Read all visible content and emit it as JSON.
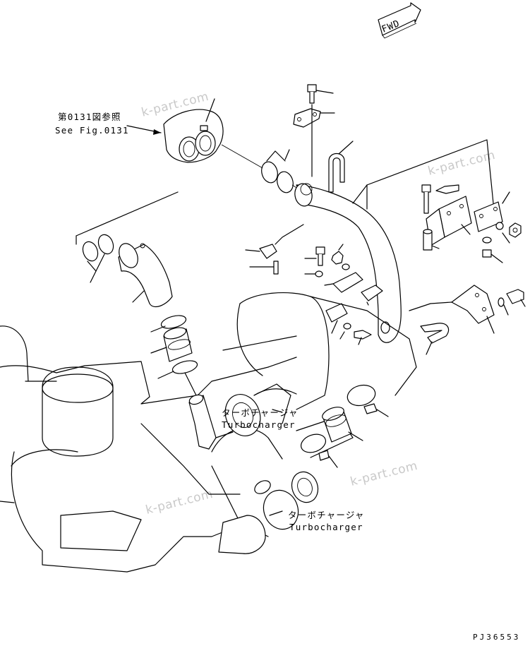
{
  "diagram": {
    "forward_label": "FWD",
    "reference_jp": "第0131図参照",
    "reference_en": "See Fig.0131",
    "turbocharger_upper_jp": "ターボチャージャ",
    "turbocharger_upper_en": "Turbocharger",
    "turbocharger_lower_jp": "ターボチャージャ",
    "turbocharger_lower_en": "Turbocharger",
    "drawing_code": "PJ36553",
    "watermarks": [
      "k-part.com",
      "k-part.com",
      "k-part.com",
      "k-part.com"
    ]
  }
}
